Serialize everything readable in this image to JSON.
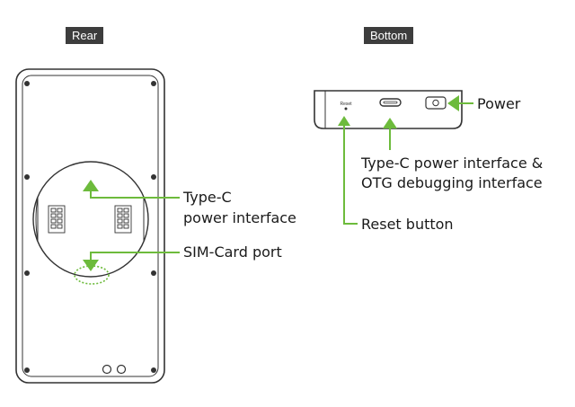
{
  "views": {
    "rear": {
      "title": "Rear"
    },
    "bottom": {
      "title": "Bottom"
    }
  },
  "callouts": {
    "type_c": [
      "Type-C",
      "power interface"
    ],
    "sim_card": "SIM-Card port",
    "power": "Power",
    "type_c_otg": [
      "Type-C power interface &",
      "OTG debugging interface"
    ],
    "reset": "Reset button"
  },
  "device_labels": {
    "reset_print": "Reset"
  },
  "colors": {
    "accent": "#6dbb3c",
    "outline": "#333333",
    "tag_bg": "#3d3d3d"
  }
}
